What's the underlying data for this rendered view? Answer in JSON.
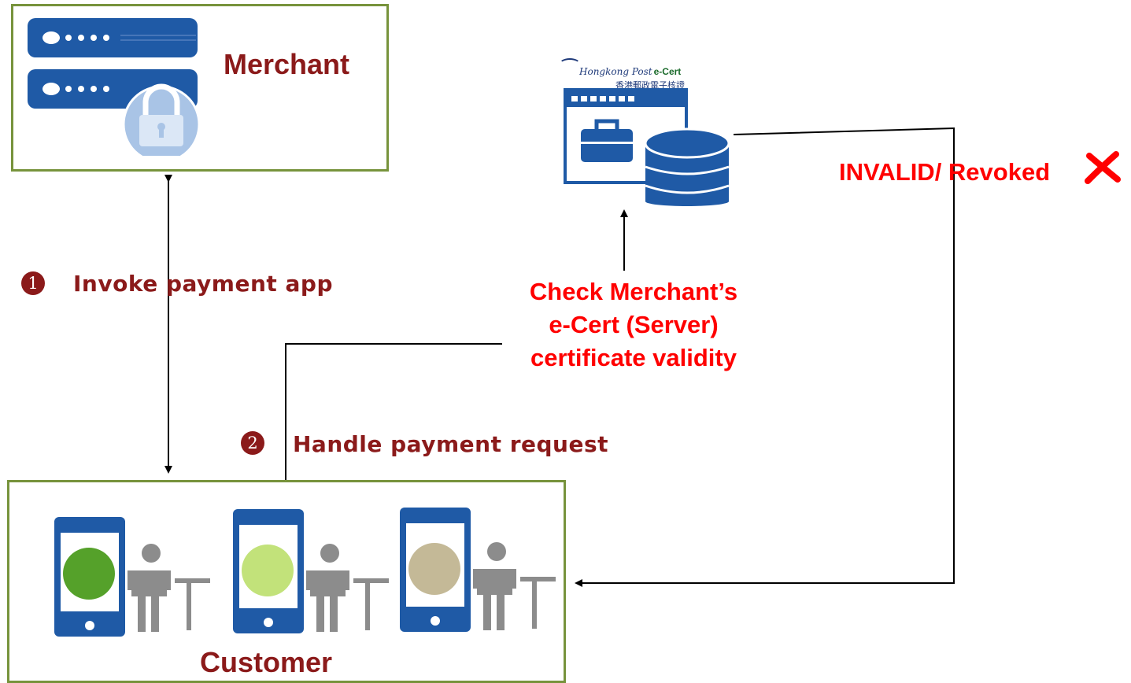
{
  "merchant": {
    "label": "Merchant"
  },
  "customer": {
    "label": "Customer"
  },
  "steps": [
    {
      "number": "1",
      "label": "Invoke payment app"
    },
    {
      "number": "2",
      "label": "Handle payment request"
    }
  ],
  "check": {
    "line1": "Check Merchant’s",
    "line2": "e-Cert (Server)",
    "line3": "certificate  validity"
  },
  "result": {
    "label": "INVALID/ Revoked",
    "icon": "cross-icon"
  },
  "hkpost": {
    "logo_en": "Hongkong Post",
    "logo_brand": "e-Cert",
    "logo_zh": "香港郵政電子核證"
  },
  "colors": {
    "box_border": "#77933c",
    "dark_red": "#8b1a1a",
    "alert_red": "#ff0000",
    "server_blue": "#1f5aa6",
    "circle_1": "#55a12a",
    "circle_2": "#c2e27a",
    "circle_3": "#c4b997"
  }
}
